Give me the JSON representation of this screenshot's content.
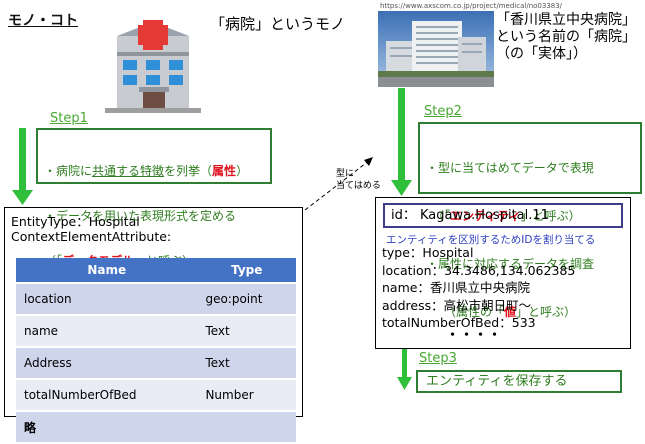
{
  "title": "モノ・コト",
  "hospital_caption": "「病院」というモノ",
  "photo_url": "https://www.axscom.co.jp/project/medical/no03383/",
  "real_caption": "「香川県立中央病院」\nという名前の「病院」\n（の「実体」）",
  "step1": {
    "label": "Step1",
    "lines": [
      {
        "pre": "・病院に",
        "u": "共通する特徴",
        "mid": "を列挙（",
        "red": "属性",
        "post": "）"
      },
      {
        "pre": "・データを用いた表現形式を定める",
        "u": "",
        "mid": "",
        "red": "",
        "post": ""
      },
      {
        "pre": "（「",
        "u": "",
        "mid": "",
        "red": "データモデル",
        "post": "」と呼ぶ）"
      }
    ]
  },
  "step2": {
    "label": "Step2",
    "lines": [
      {
        "pre": "・型に当てはめてデータで表現",
        "red": "",
        "post": ""
      },
      {
        "pre": "　（「",
        "red": "エンティティ",
        "post": "」と呼ぶ）"
      },
      {
        "pre": "・属性に対応するデータを調査",
        "red": "",
        "post": ""
      },
      {
        "pre": "　　（属性の「",
        "red": "値",
        "post": "」と呼ぶ）"
      }
    ]
  },
  "step3": {
    "label": "Step3",
    "text": "エンティティを保存する"
  },
  "apply_label": "型に\n当てはめる",
  "entity_type": {
    "header": "EntityType：Hospital\nContextElementAttribute:",
    "columns": [
      "Name",
      "Type"
    ],
    "rows": [
      [
        "location",
        "geo:point"
      ],
      [
        "name",
        "Text"
      ],
      [
        "Address",
        "Text"
      ],
      [
        "totalNumberOfBed",
        "Number"
      ],
      [
        "略",
        ""
      ]
    ]
  },
  "entity_instance": {
    "id": "id：  Kagawa.Hospital.11",
    "id_note": "エンティティを区別するためIDを割り当てる",
    "lines": "type：Hospital\nlocation：34.3486,134.062385\nname：香川県立中央病院\naddress：高松市朝日町～\ntotalNumberOfBed：533",
    "dots": "・・・・"
  },
  "colors": {
    "step_green": "#4aa832",
    "arrow_green": "#2fbf3a",
    "red": "#e0141e",
    "table_header": "#4472c4"
  },
  "icons": [
    "hospital-icon",
    "hospital-photo"
  ]
}
